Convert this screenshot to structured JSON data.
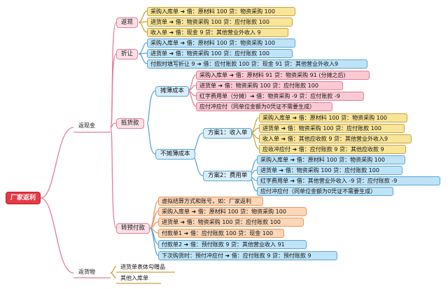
{
  "root": "厂家返利",
  "branches": {
    "fanxianjin": "返现金",
    "fanhuowu": "返货物"
  },
  "fanxian": {
    "label": "返现",
    "items": [
      "采购入库单 ➜ 借：原材料 100 贷：物资采购 100",
      "进货单 ➜ 借：物资采购 100 贷：应付账款 100",
      "收入单 ➜ 借：现金 9 贷：其他营业外收入 9"
    ]
  },
  "zherang": {
    "label": "折让",
    "items": [
      "采购入库单 ➜ 借：原材料 100 贷：物资采购 100",
      "进货单 ➜ 借：物资采购 100 贷：应付账款 100",
      "付款时填写折让 9 ➜ 借：应付账款 100 贷：现金 91 贷：其他营业外收入9"
    ]
  },
  "dihuokuan": {
    "label": "抵货款",
    "tanbo": {
      "label": "摊薄成本",
      "items": [
        "采购入库单 ➜ 借：原材料 91 贷：物资采购 91 (分摊之后)",
        "进货单 ➜ 借：物资采购 100 贷：应付账款 100",
        "红字费用单（分摊）➜ 借：物资采购 -9 贷：应付账款 -9",
        "应付冲应付（同单位金额为0凭证不需要生成）"
      ]
    },
    "butanbo": {
      "label": "不摊薄成本",
      "fangan1": {
        "label": "方案1：收入单",
        "items": [
          "采购入库单 ➜ 借：原材料 100 贷：物资采购 100",
          "进货单 ➜ 借：物资采购 100 贷：应付账款 100",
          "收入单 ➜ 借：其他应收款 9 贷：其他营业外收入9",
          "应收冲应付 ➜ 借：应付账款 9 贷：其他应收款 9"
        ]
      },
      "fangan2": {
        "label": "方案2：费用单",
        "items": [
          "采购入库单 ➜ 借：原材料 100 贷：物资采购 100",
          "进货单 ➜ 借：物资采购 100 贷：应付账款 100",
          "红字费用单 ➜ 借：其他营业外收入 -9 贷：应付账款 -9",
          "应付冲应付（同单位金额为0凭证不需要生成）"
        ]
      }
    }
  },
  "zhuanyufu": {
    "label": "转预付款",
    "items": [
      "虚拟结算方式和账号，如：厂家返利",
      "采购入库单 ➜ 借：原材料 100 贷：物资采购 100",
      "进货单 ➜ 借：物资采购 100 贷：应付账款 100",
      "付款单1 ➜ 借：应付账款 100 贷：现金 100",
      "付款单2 ➜ 借：预付账款 9 贷：其他营业收入 91",
      "下次购货时：预付冲应付 ➜ 借：应付账款 9 贷：预付账款 9"
    ]
  },
  "huowu": {
    "items": [
      "进货单表体勾赠品",
      "其他入库单"
    ]
  }
}
